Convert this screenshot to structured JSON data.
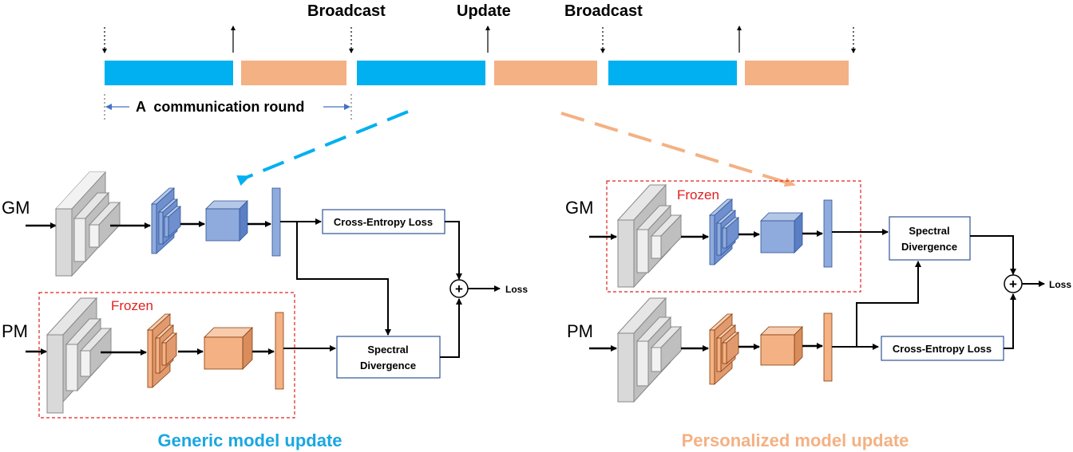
{
  "timeline": {
    "labels": {
      "broadcast_1": "Broadcast",
      "update": "Update",
      "broadcast_2": "Broadcast",
      "round": "A  communication round"
    },
    "segments": [
      "blue",
      "orange",
      "blue",
      "orange",
      "blue",
      "orange"
    ]
  },
  "left_panel": {
    "gm_label": "GM",
    "pm_label": "PM",
    "frozen_label": "Frozen",
    "cross_entropy_label": "Cross-Entropy Loss",
    "spectral_line1": "Spectral",
    "spectral_line2": "Divergence",
    "sum_symbol": "+",
    "loss_label": "Loss",
    "caption": "Generic model update"
  },
  "right_panel": {
    "gm_label": "GM",
    "pm_label": "PM",
    "frozen_label": "Frozen",
    "cross_entropy_label": "Cross-Entropy Loss",
    "spectral_line1": "Spectral",
    "spectral_line2": "Divergence",
    "sum_symbol": "+",
    "loss_label": "Loss",
    "caption": "Personalized model update"
  },
  "colors": {
    "blue_bar": "#00b0f0",
    "orange_bar": "#f4b183",
    "gm_layer": "#8faadc",
    "pm_layer": "#f4b183",
    "frozen_red": "#e02020",
    "generic_caption": "#1aa7e0",
    "personalized_caption": "#f4b183",
    "box_border": "#2f5597"
  }
}
